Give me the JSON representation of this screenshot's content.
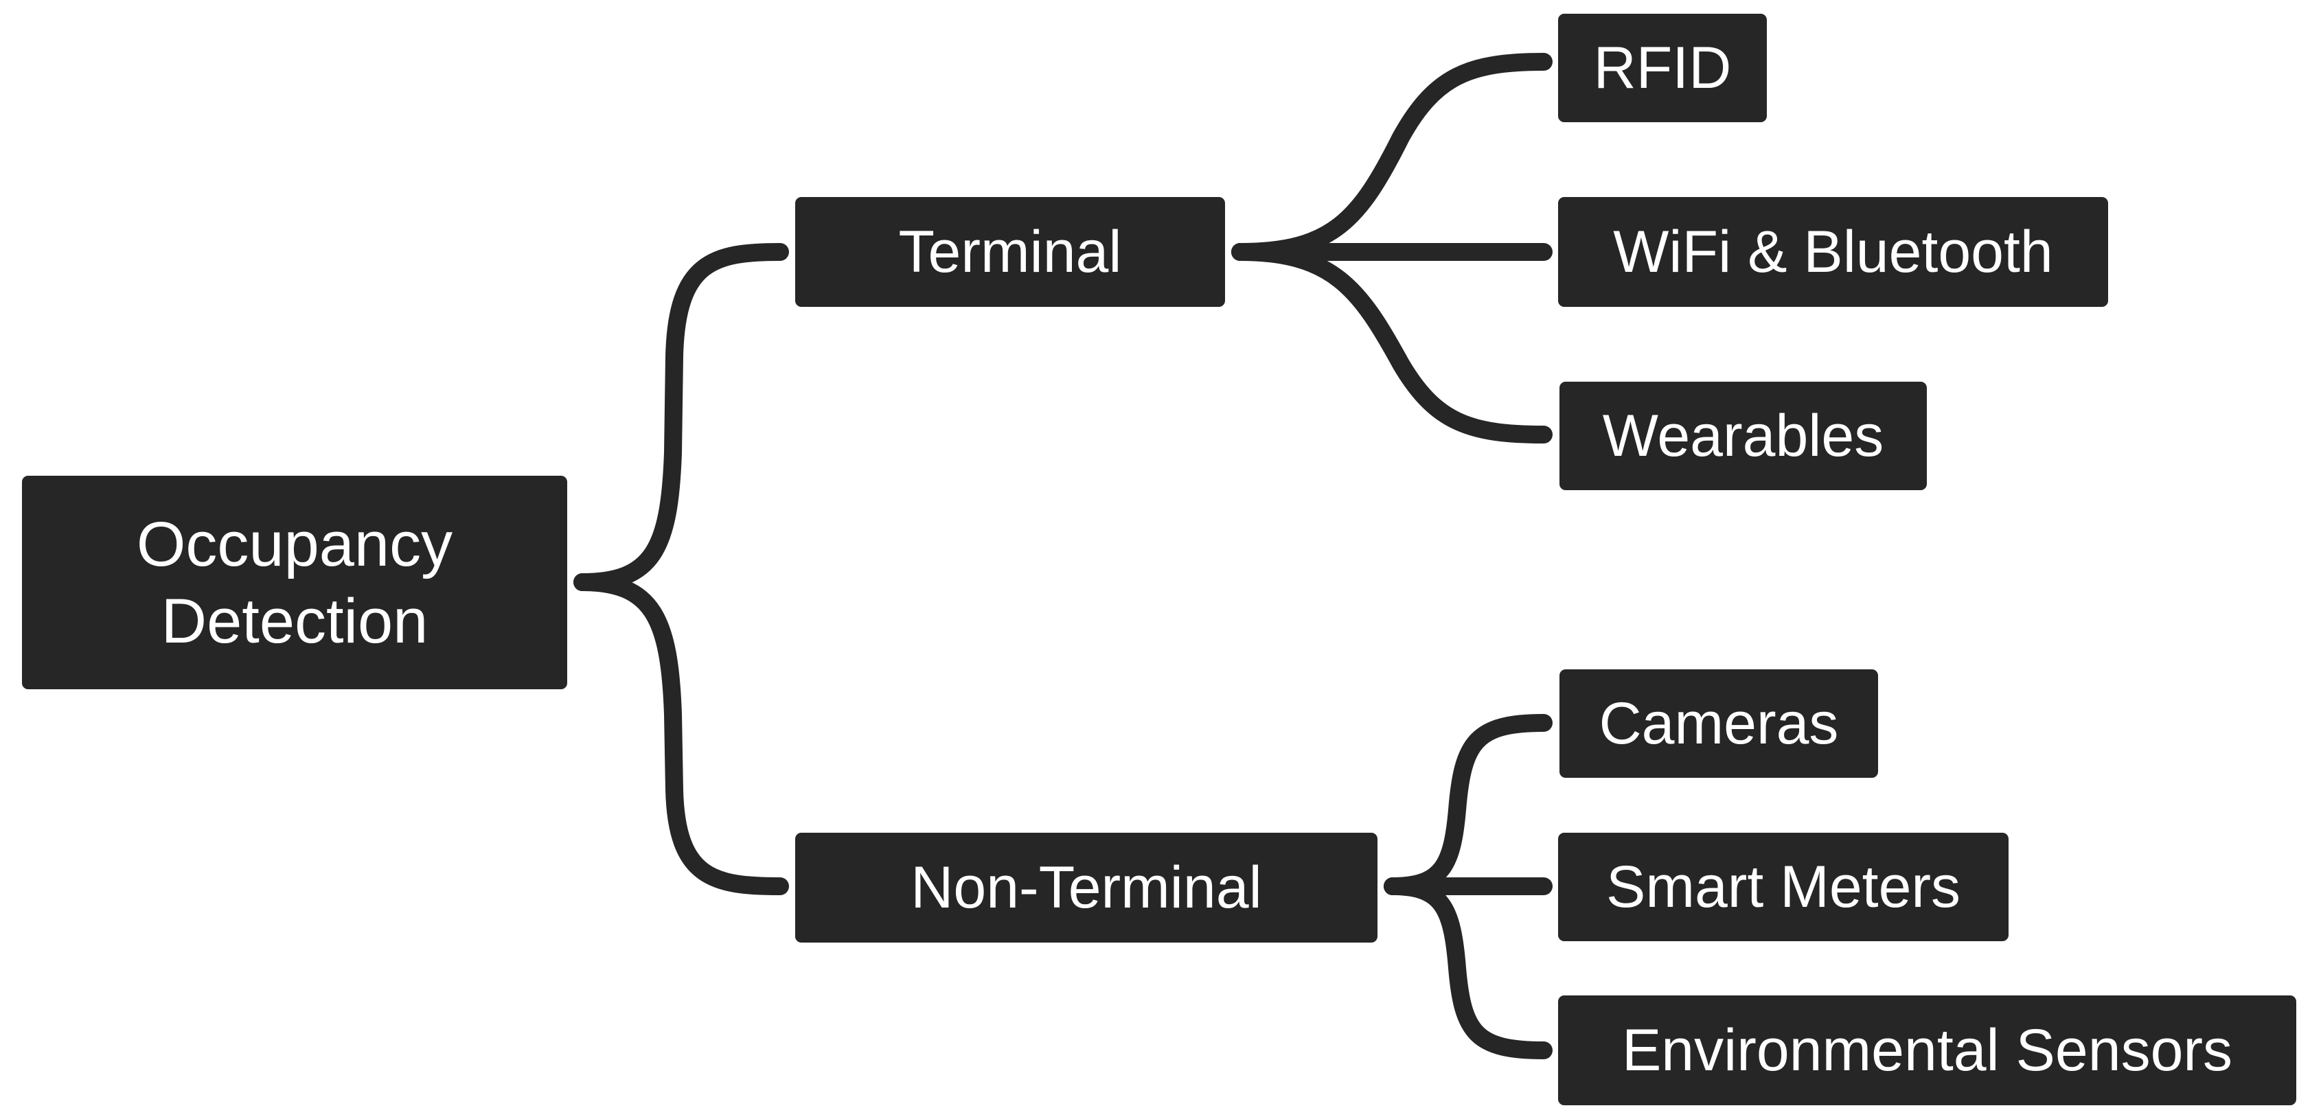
{
  "diagram": {
    "type": "mind-map",
    "root": {
      "label": "Occupancy Detection"
    },
    "branches": [
      {
        "label": "Terminal",
        "children": [
          "RFID",
          "WiFi & Bluetooth",
          "Wearables"
        ]
      },
      {
        "label": "Non-Terminal",
        "children": [
          "Cameras",
          "Smart Meters",
          "Environmental Sensors"
        ]
      }
    ],
    "colors": {
      "node_fill": "#262626",
      "node_text": "#ffffff",
      "connector": "#262626",
      "background": "#ffffff"
    }
  }
}
